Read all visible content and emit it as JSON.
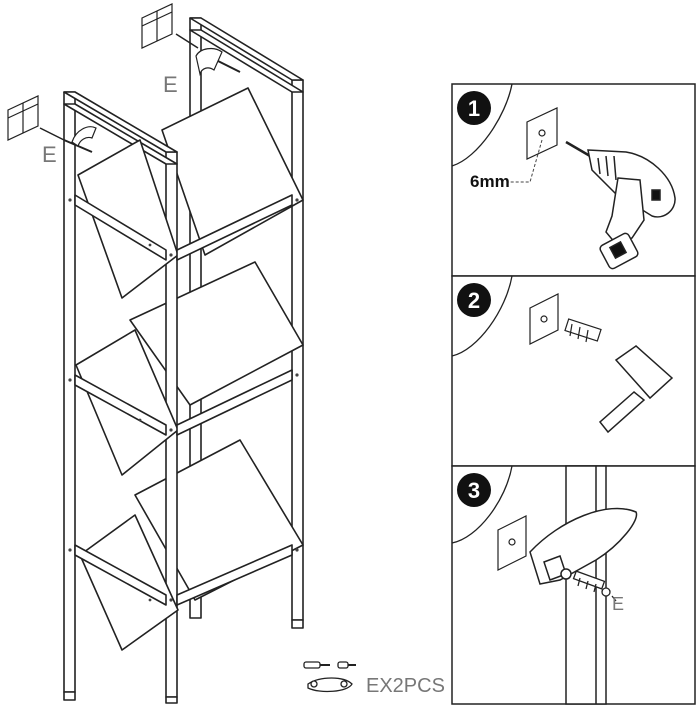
{
  "labels": {
    "wall_anchor_left": "E",
    "wall_anchor_top": "E",
    "drill_size": "6mm",
    "step3_part": "E",
    "parts_caption": "EX2PCS"
  },
  "steps": [
    {
      "number": "1"
    },
    {
      "number": "2"
    },
    {
      "number": "3"
    }
  ],
  "colors": {
    "line": "#222222",
    "label_gray": "#777777",
    "badge": "#111111"
  }
}
